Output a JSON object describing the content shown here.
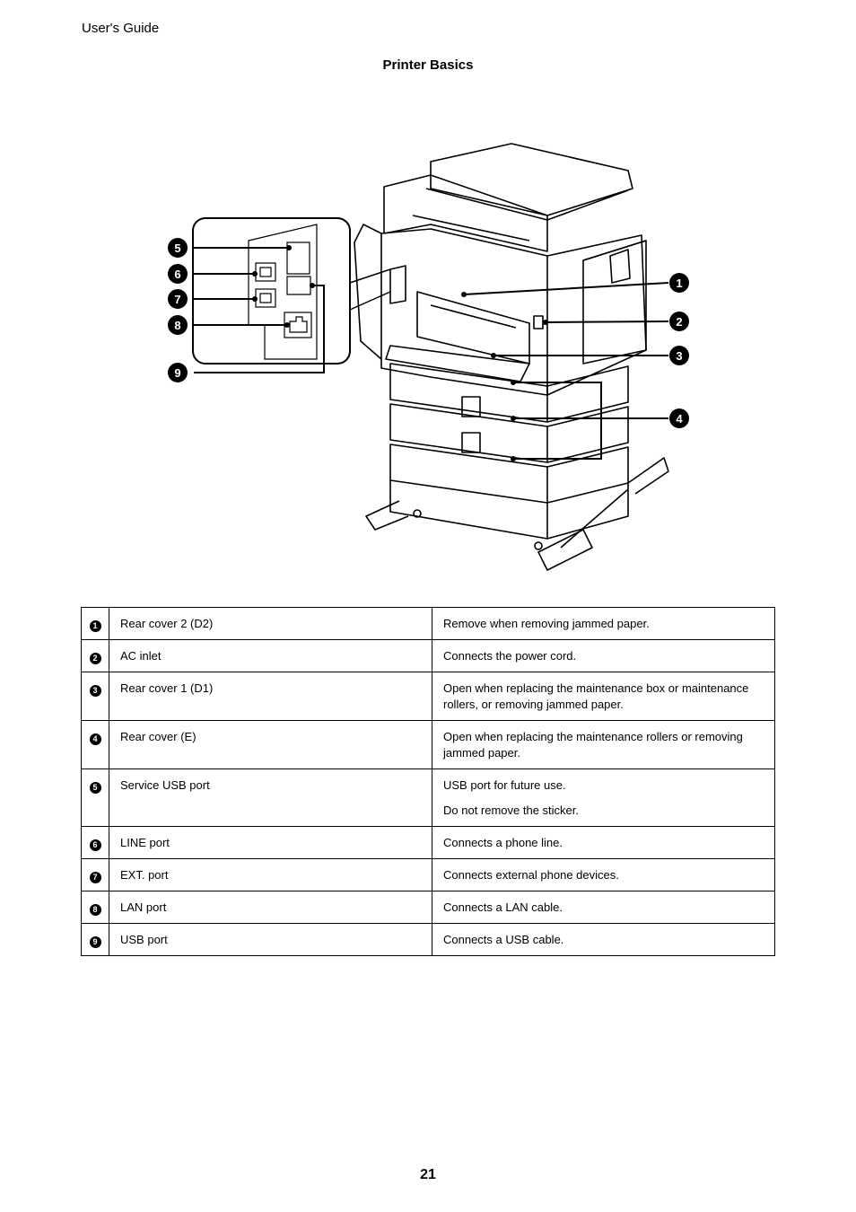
{
  "header": {
    "running_title": "User's Guide",
    "section_title": "Printer Basics"
  },
  "figure": {
    "callouts_right": [
      "1",
      "2",
      "3",
      "4"
    ],
    "callouts_left": [
      "5",
      "6",
      "7",
      "8",
      "9"
    ]
  },
  "table": {
    "rows": [
      {
        "num": "1",
        "name": "Rear cover 2 (D2)",
        "desc": [
          "Remove when removing jammed paper."
        ]
      },
      {
        "num": "2",
        "name": "AC inlet",
        "desc": [
          "Connects the power cord."
        ]
      },
      {
        "num": "3",
        "name": "Rear cover 1 (D1)",
        "desc": [
          "Open when replacing the maintenance box or maintenance rollers, or removing jammed paper."
        ]
      },
      {
        "num": "4",
        "name": "Rear cover (E)",
        "desc": [
          "Open when replacing the maintenance rollers or removing jammed paper."
        ]
      },
      {
        "num": "5",
        "name": "Service USB port",
        "desc": [
          "USB port for future use.",
          "Do not remove the sticker."
        ]
      },
      {
        "num": "6",
        "name": "LINE port",
        "desc": [
          "Connects a phone line."
        ]
      },
      {
        "num": "7",
        "name": "EXT. port",
        "desc": [
          "Connects external phone devices."
        ]
      },
      {
        "num": "8",
        "name": "LAN port",
        "desc": [
          "Connects a LAN cable."
        ]
      },
      {
        "num": "9",
        "name": "USB port",
        "desc": [
          "Connects a USB cable."
        ]
      }
    ]
  },
  "footer": {
    "page_number": "21"
  }
}
